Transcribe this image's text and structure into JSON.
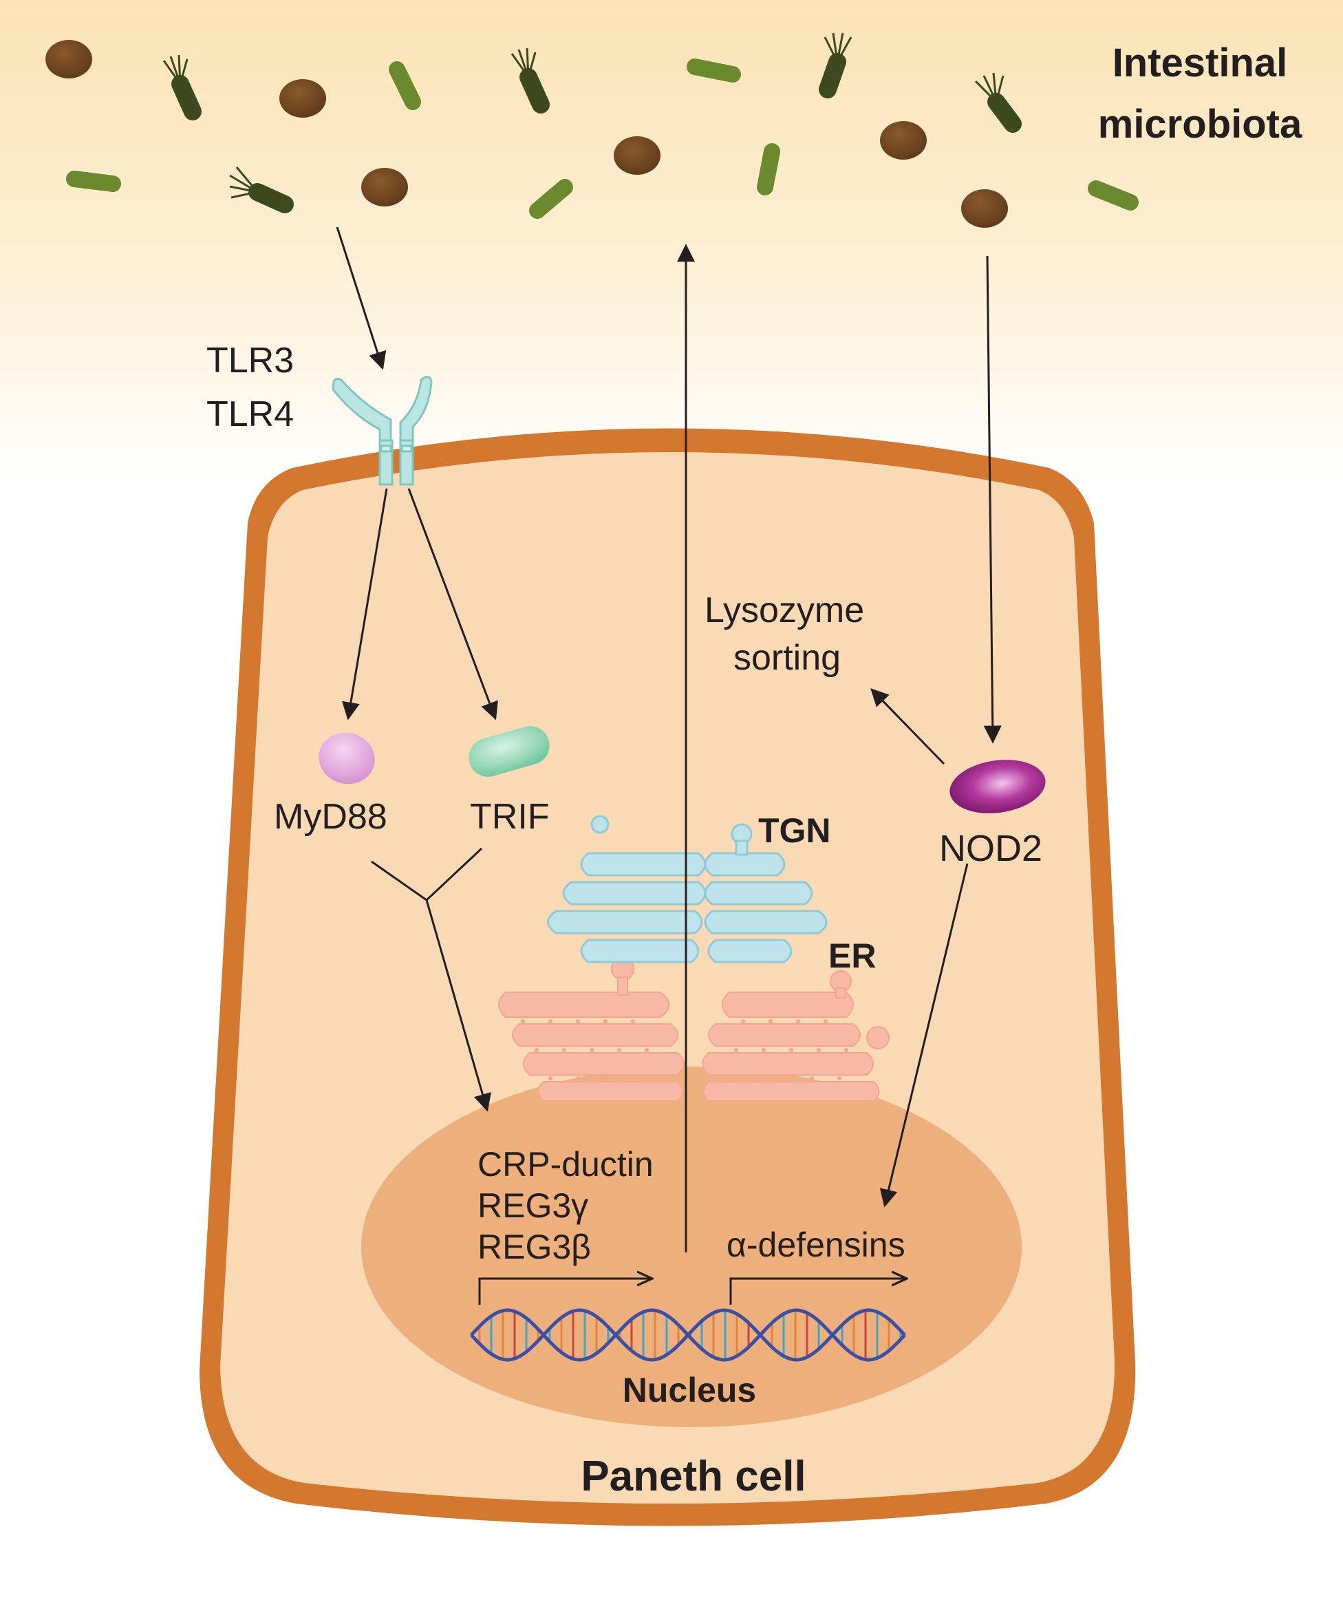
{
  "labels": {
    "microbiota_line1": "Intestinal",
    "microbiota_line2": "microbiota",
    "tlr3": "TLR3",
    "tlr4": "TLR4",
    "myd88": "MyD88",
    "trif": "TRIF",
    "lysozyme_line1": "Lysozyme",
    "lysozyme_line2": "sorting",
    "nod2": "NOD2",
    "tgn": "TGN",
    "er": "ER",
    "crp_ductin": "CRP-ductin",
    "reg3g": "REG3γ",
    "reg3b": "REG3β",
    "alpha_defensins": "α-defensins",
    "nucleus": "Nucleus",
    "paneth_cell": "Paneth cell"
  },
  "colors": {
    "background_top": "#fbe3b5",
    "cell_membrane": "#d4772f",
    "cytoplasm": "#fad9b5",
    "nucleus": "#edaf7c",
    "tlr_receptor": "#b9e6e2",
    "myd88": "#e3a6df",
    "trif": "#8fd6b3",
    "nod2": "#8c1c7a",
    "tgn": "#bfe3ea",
    "er": "#f7b9a5",
    "dna_strand": "#3a4fa5",
    "bacteria_brown": "#6e4521",
    "bacteria_green": "#6b8a2e",
    "bacteria_dark": "#3d4a1f"
  }
}
